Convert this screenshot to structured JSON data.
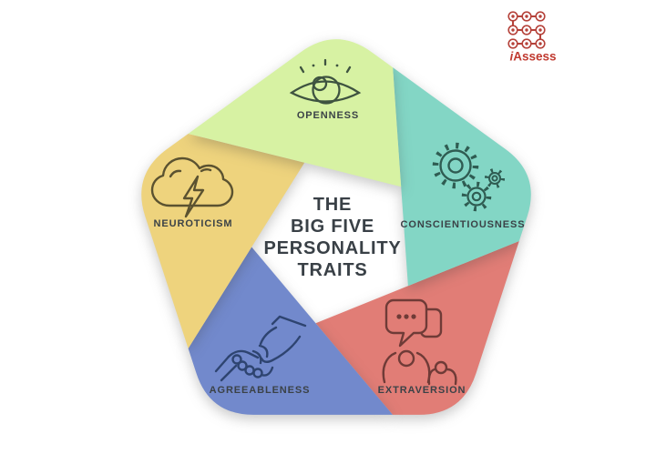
{
  "logo": {
    "brand_i": "i",
    "brand_rest": "Assess",
    "color": "#b5423a"
  },
  "title": {
    "lines": [
      "THE",
      "BIG FIVE",
      "PERSONALITY",
      "TRAITS"
    ]
  },
  "traits": [
    {
      "label": "OPENNESS",
      "color": "#d7f2a3",
      "icon": "eye-sparkle-icon"
    },
    {
      "label": "CONSCIENTIOUSNESS",
      "color": "#83d6c5",
      "icon": "gears-icon"
    },
    {
      "label": "EXTRAVERSION",
      "color": "#e17d76",
      "icon": "speech-bubble-people-icon"
    },
    {
      "label": "AGREEABLENESS",
      "color": "#7289cc",
      "icon": "handshake-icon"
    },
    {
      "label": "NEUROTICISM",
      "color": "#eed37d",
      "icon": "storm-cloud-lightning-icon"
    }
  ]
}
